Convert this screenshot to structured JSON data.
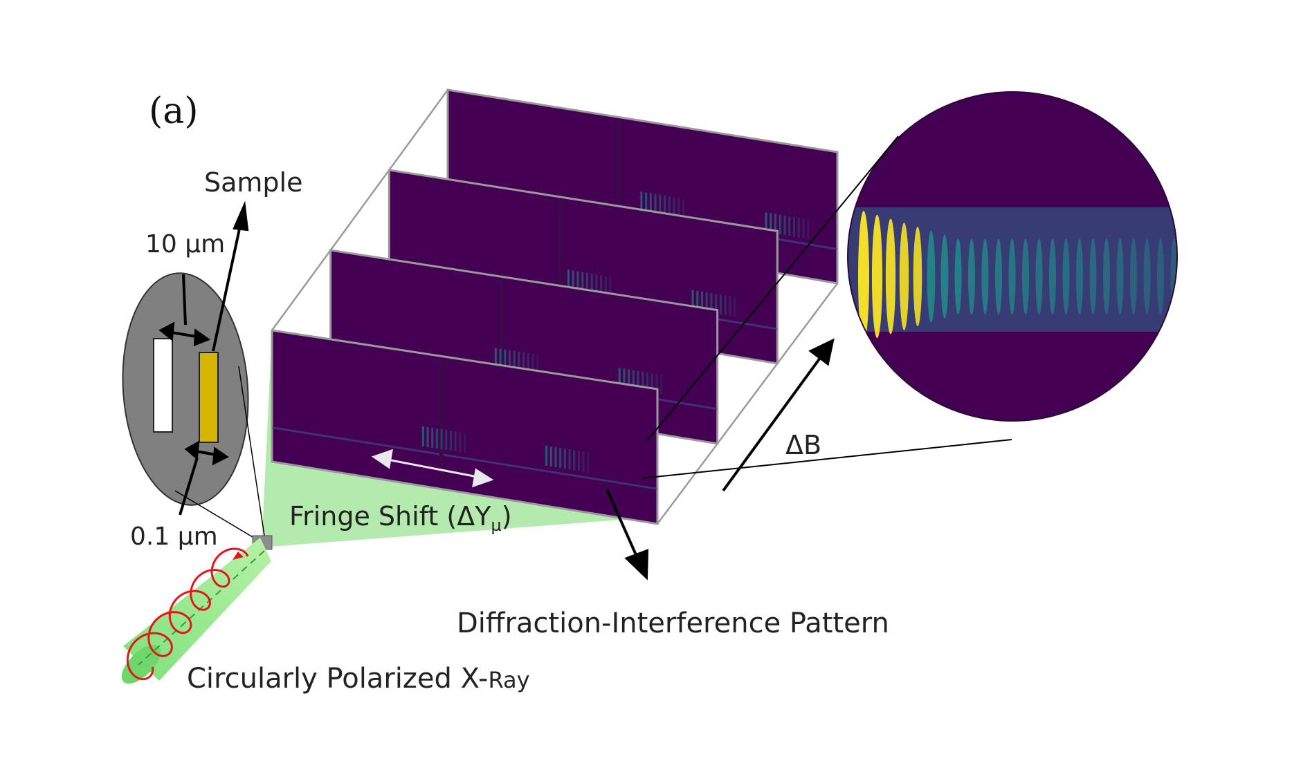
{
  "panel_label": "(a)",
  "labels": {
    "sample": "Sample",
    "slit_width": "10 µm",
    "slit_gap": "0.1 µm",
    "fringe_shift": "Fringe Shift (ΔY",
    "fringe_shift_sub": "µ",
    "fringe_shift_close": ")",
    "delta_b": "ΔB",
    "pattern": "Diffraction-Interference Pattern",
    "xray_main": "Circularly Polarized X-",
    "xray_suffix": "Ray"
  },
  "colors": {
    "detector_background": "#440154",
    "fringe_bright": "#fde725",
    "fringe_mid": "#21918c",
    "sample_disk": "#808080",
    "gold_slit": "#d6b400",
    "beam_green": "#8ee68a",
    "helix_red": "#e8141c"
  },
  "screens_count": 4
}
